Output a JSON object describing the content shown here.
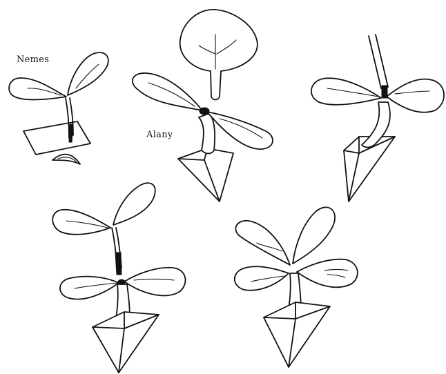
{
  "labels": {
    "scion": "Nemes",
    "rootstock": "Alany"
  },
  "figure": {
    "panels": [
      "scion-seedling-cut",
      "rootstock-seedling-leaf-removed",
      "grafted-seedling-clipped",
      "graft-union-healing",
      "grafted-plant-grown"
    ]
  },
  "colors": {
    "ink": "#111111",
    "background": "#ffffff"
  }
}
